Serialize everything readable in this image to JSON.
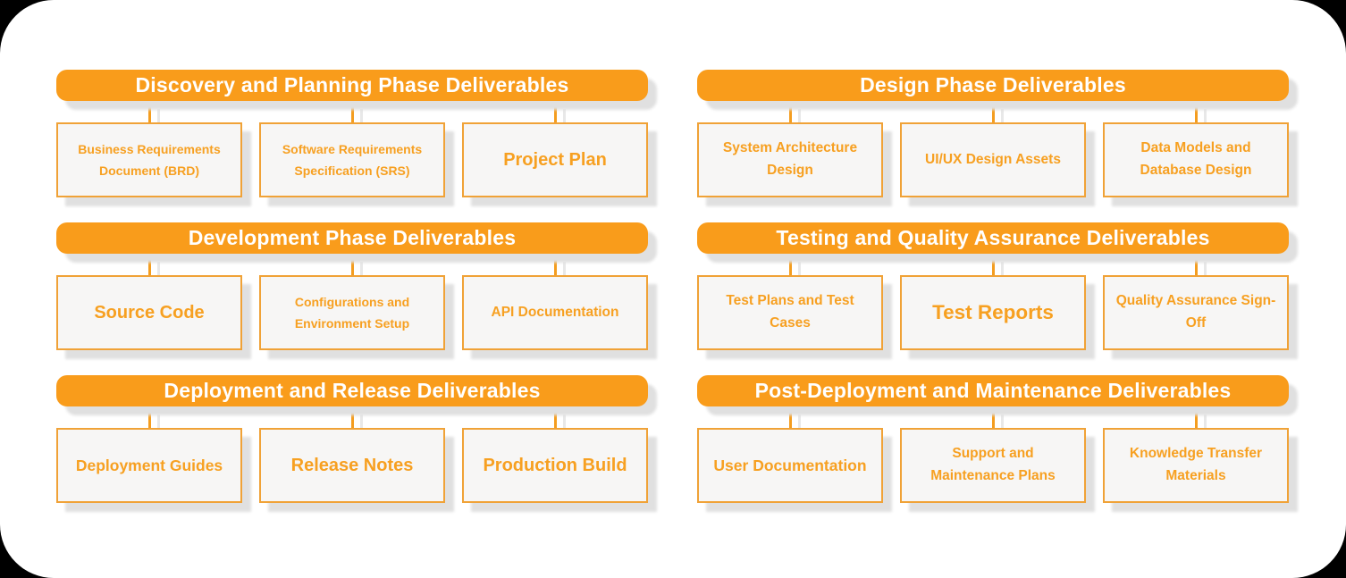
{
  "canvas": {
    "page_background": "#000000",
    "card_background": "#FFFFFF"
  },
  "colors": {
    "header_fill": "#F99C1B",
    "header_text": "#FFFFFF",
    "box_border": "#F0A237",
    "box_fill": "#F7F6F5",
    "box_text": "#F7A021",
    "connector": "#F49D1F",
    "shadow": "#E0E0E0"
  },
  "sections": [
    {
      "id": "discovery-planning",
      "title": "Discovery and Planning Phase Deliverables",
      "items": [
        {
          "label": "Business Requirements Document (BRD)"
        },
        {
          "label": "Software Requirements Specification (SRS)"
        },
        {
          "label": "Project Plan"
        }
      ]
    },
    {
      "id": "design",
      "title": "Design Phase Deliverables",
      "items": [
        {
          "label": "System Architecture Design"
        },
        {
          "label": "UI/UX Design Assets"
        },
        {
          "label": "Data Models and Database Design"
        }
      ]
    },
    {
      "id": "development",
      "title": "Development Phase Deliverables",
      "items": [
        {
          "label": "Source Code"
        },
        {
          "label": "Configurations and Environment Setup"
        },
        {
          "label": "API Documentation"
        }
      ]
    },
    {
      "id": "testing-qa",
      "title": "Testing and Quality Assurance Deliverables",
      "items": [
        {
          "label": "Test Plans and Test Cases"
        },
        {
          "label": "Test Reports"
        },
        {
          "label": "Quality Assurance Sign-Off"
        }
      ]
    },
    {
      "id": "deployment-release",
      "title": "Deployment and Release Deliverables",
      "items": [
        {
          "label": "Deployment Guides"
        },
        {
          "label": "Release Notes"
        },
        {
          "label": "Production Build"
        }
      ]
    },
    {
      "id": "post-deployment-maintenance",
      "title": "Post-Deployment and Maintenance Deliverables",
      "items": [
        {
          "label": "User Documentation"
        },
        {
          "label": "Support and Maintenance Plans"
        },
        {
          "label": "Knowledge Transfer Materials"
        }
      ]
    }
  ]
}
